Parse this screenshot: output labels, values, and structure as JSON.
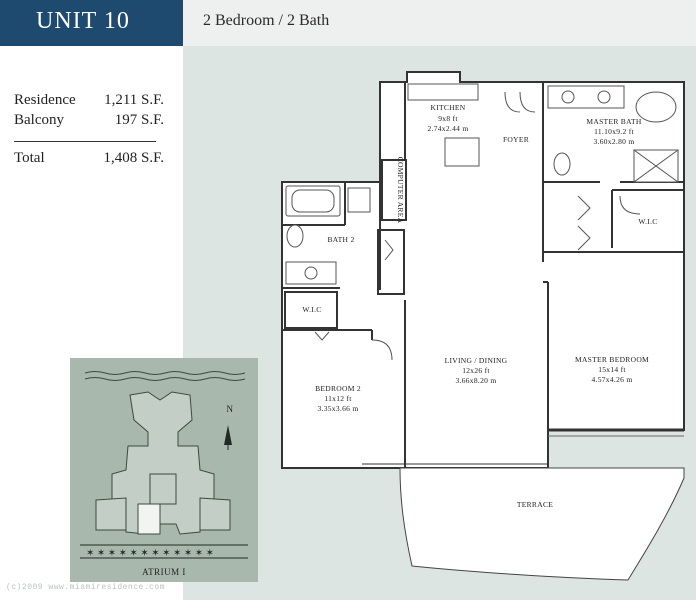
{
  "header": {
    "unit_title": "UNIT 10",
    "subtitle": "2 Bedroom / 2 Bath"
  },
  "areas": {
    "rows": [
      {
        "label": "Residence",
        "value": "1,211 S.F."
      },
      {
        "label": "Balcony",
        "value": "197 S.F."
      }
    ],
    "total": {
      "label": "Total",
      "value": "1,408 S.F."
    }
  },
  "rooms": {
    "kitchen": {
      "name": "KITCHEN",
      "dim_ft": "9x8 ft",
      "dim_m": "2.74x2.44 m"
    },
    "foyer": {
      "name": "FOYER"
    },
    "master_bath": {
      "name": "MASTER BATH",
      "dim_ft": "11.10x9.2 ft",
      "dim_m": "3.60x2.80 m"
    },
    "computer_area": {
      "name": "COMPUTER AREA"
    },
    "bath2": {
      "name": "BATH 2"
    },
    "wic_left": {
      "name": "W.I.C"
    },
    "wic_right": {
      "name": "W.I.C"
    },
    "living": {
      "name": "LIVING / DINING",
      "dim_ft": "12x26 ft",
      "dim_m": "3.66x8.20 m"
    },
    "master_bedroom": {
      "name": "MASTER BEDROOM",
      "dim_ft": "15x14 ft",
      "dim_m": "4.57x4.26 m"
    },
    "bedroom2": {
      "name": "BEDROOM 2",
      "dim_ft": "11x12 ft",
      "dim_m": "3.35x3.66 m"
    },
    "terrace": {
      "name": "TERRACE"
    }
  },
  "key_plan": {
    "north": "N",
    "atrium": "ATRIUM I"
  },
  "footer": {
    "watermark": "(c)2009 www.miamiresidence.com"
  },
  "colors": {
    "title_bar": "#1e4a70",
    "plan_background": "#dde5e2",
    "key_plan_background": "#a9b8ad",
    "highlight_unit": "#f2f4f2"
  }
}
